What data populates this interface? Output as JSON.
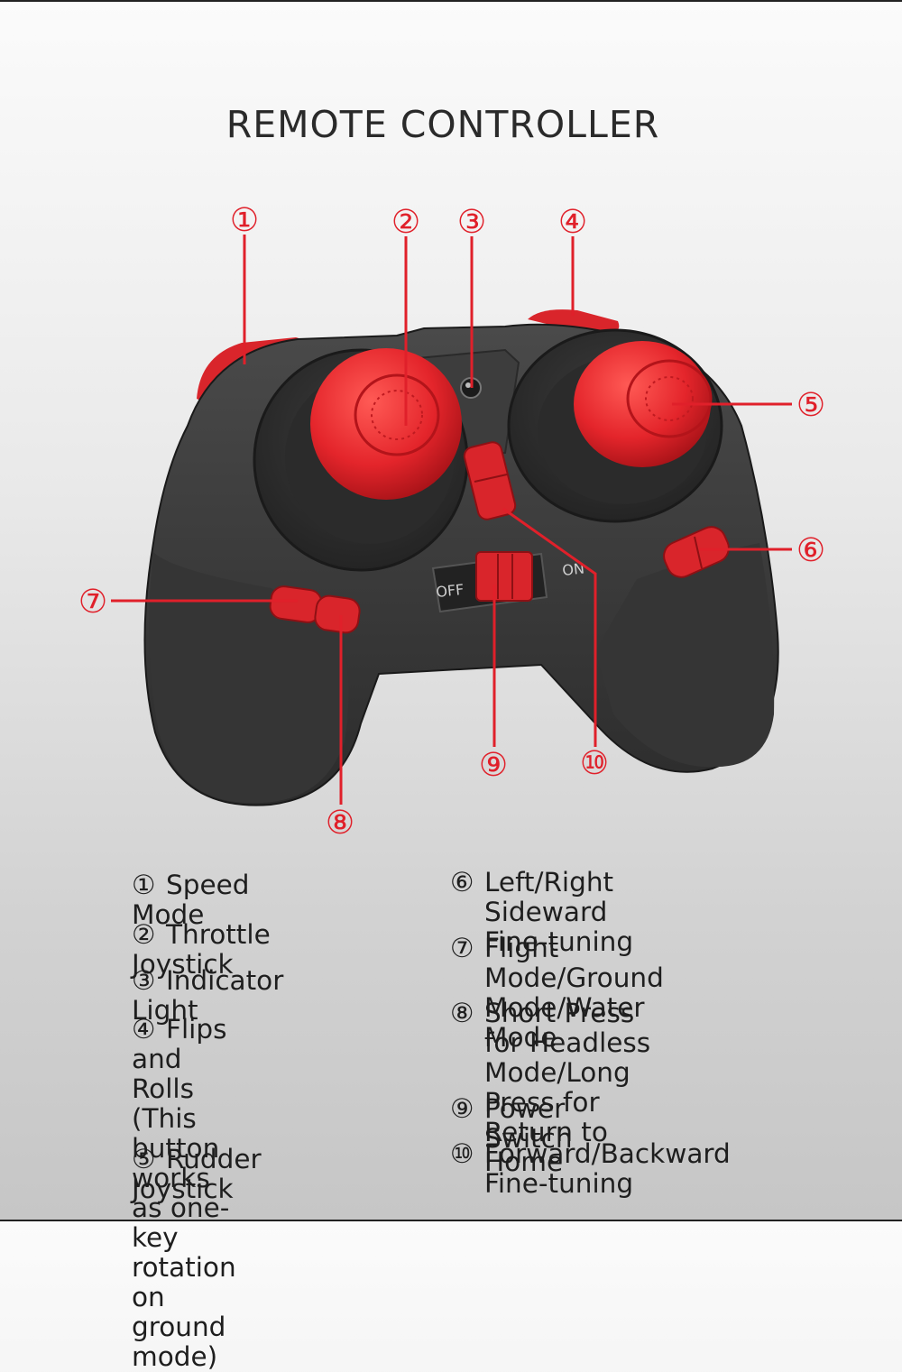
{
  "title": "REMOTE CONTROLLER",
  "accent_color": "#e0202a",
  "switch_labels": {
    "off": "OFF",
    "on": "ON"
  },
  "callouts": [
    {
      "id": 1,
      "marker": "①"
    },
    {
      "id": 2,
      "marker": "②"
    },
    {
      "id": 3,
      "marker": "③"
    },
    {
      "id": 4,
      "marker": "④"
    },
    {
      "id": 5,
      "marker": "⑤"
    },
    {
      "id": 6,
      "marker": "⑥"
    },
    {
      "id": 7,
      "marker": "⑦"
    },
    {
      "id": 8,
      "marker": "⑧"
    },
    {
      "id": 9,
      "marker": "⑨"
    },
    {
      "id": 10,
      "marker": "⑩"
    }
  ],
  "legend_left": [
    {
      "marker": "①",
      "text": "Speed Mode"
    },
    {
      "marker": "②",
      "text": "Throttle Joystick"
    },
    {
      "marker": "③",
      "text": "Indicator Light"
    },
    {
      "marker": "④",
      "text": "Flips and Rolls",
      "continuation": "(This button works\nas one-key rotation\non ground mode)"
    },
    {
      "marker": "⑤",
      "text": "Rudder Joystick"
    }
  ],
  "legend_right": [
    {
      "marker": "⑥",
      "text": "Left/Right Sideward\nFine-tuning"
    },
    {
      "marker": "⑦",
      "text": "Flight Mode/Ground\nMode/Water Mode"
    },
    {
      "marker": "⑧",
      "text": "Short Press for Headless\nMode/Long Press for\nReturn to Home"
    },
    {
      "marker": "⑨",
      "text": "Power Switch"
    },
    {
      "marker": "⑩",
      "text": "Forward/Backward\nFine-tuning"
    }
  ]
}
